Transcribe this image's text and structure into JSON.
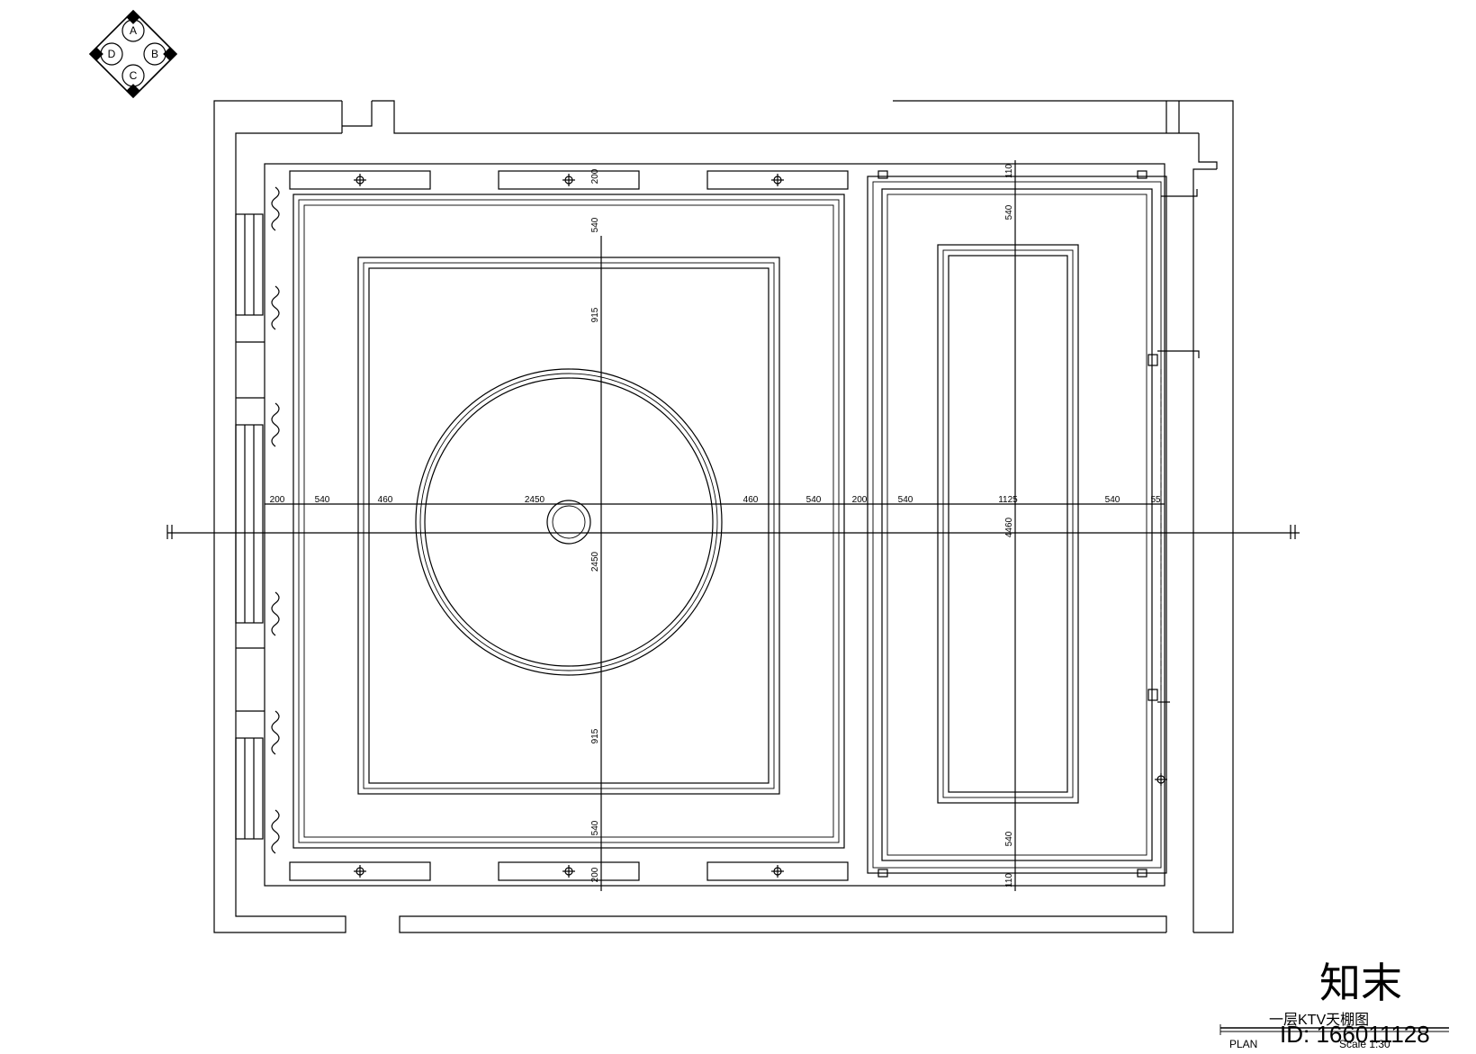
{
  "compass": {
    "labels": [
      "A",
      "B",
      "C",
      "D"
    ]
  },
  "dimensions": {
    "horizontal": [
      "200",
      "540",
      "460",
      "2450",
      "460",
      "540",
      "200",
      "540",
      "1125",
      "540",
      "55"
    ],
    "vertical_left": [
      "200",
      "540",
      "915",
      "2450",
      "915",
      "540",
      "200"
    ],
    "vertical_right": [
      "110",
      "540",
      "4460",
      "540",
      "110"
    ]
  },
  "title_block": {
    "title": "一层KTV天棚图",
    "plan_label": "PLAN",
    "scale_label": "Scale 1:30"
  },
  "watermark": {
    "logo": "知末",
    "id_text": "ID: 166011128"
  }
}
